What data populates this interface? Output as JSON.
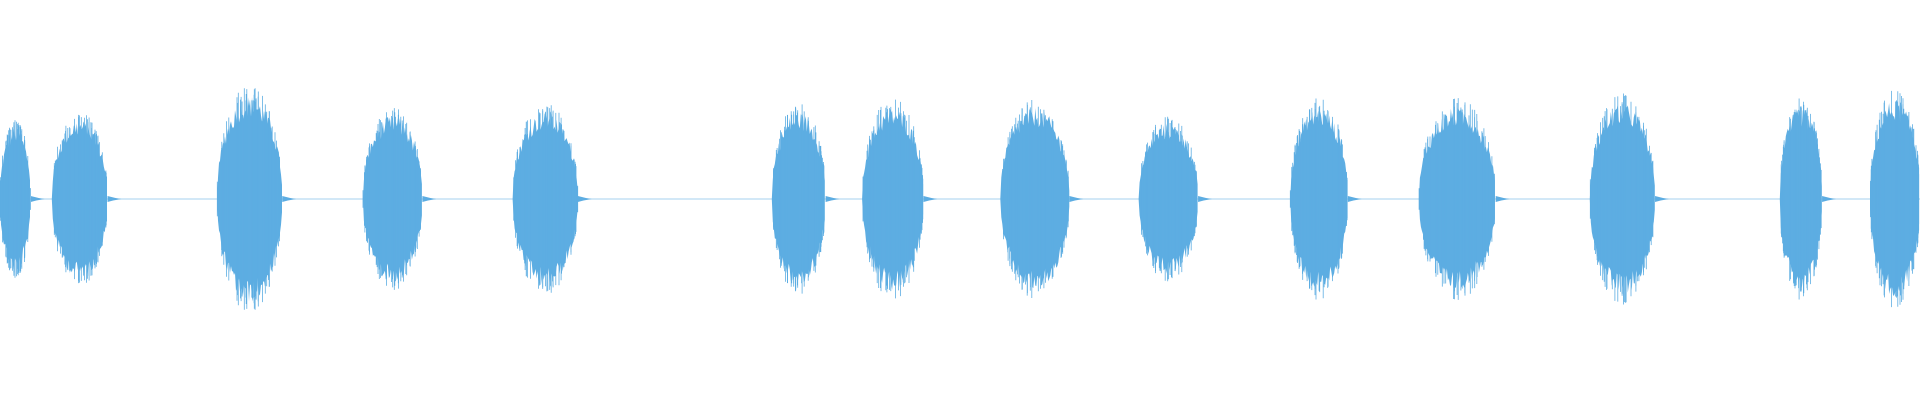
{
  "waveform": {
    "color": "#5dade2",
    "segments": [
      {
        "start": 0.0,
        "end": 0.016,
        "amplitude": 0.18
      },
      {
        "start": 0.027,
        "end": 0.056,
        "amplitude": 0.2
      },
      {
        "start": 0.113,
        "end": 0.147,
        "amplitude": 0.26
      },
      {
        "start": 0.189,
        "end": 0.22,
        "amplitude": 0.21
      },
      {
        "start": 0.267,
        "end": 0.301,
        "amplitude": 0.22
      },
      {
        "start": 0.402,
        "end": 0.43,
        "amplitude": 0.22
      },
      {
        "start": 0.449,
        "end": 0.481,
        "amplitude": 0.23
      },
      {
        "start": 0.521,
        "end": 0.557,
        "amplitude": 0.23
      },
      {
        "start": 0.593,
        "end": 0.624,
        "amplitude": 0.19
      },
      {
        "start": 0.672,
        "end": 0.702,
        "amplitude": 0.23
      },
      {
        "start": 0.739,
        "end": 0.779,
        "amplitude": 0.23
      },
      {
        "start": 0.828,
        "end": 0.862,
        "amplitude": 0.24
      },
      {
        "start": 0.927,
        "end": 0.949,
        "amplitude": 0.23
      },
      {
        "start": 0.974,
        "end": 1.0,
        "amplitude": 0.25
      }
    ]
  }
}
